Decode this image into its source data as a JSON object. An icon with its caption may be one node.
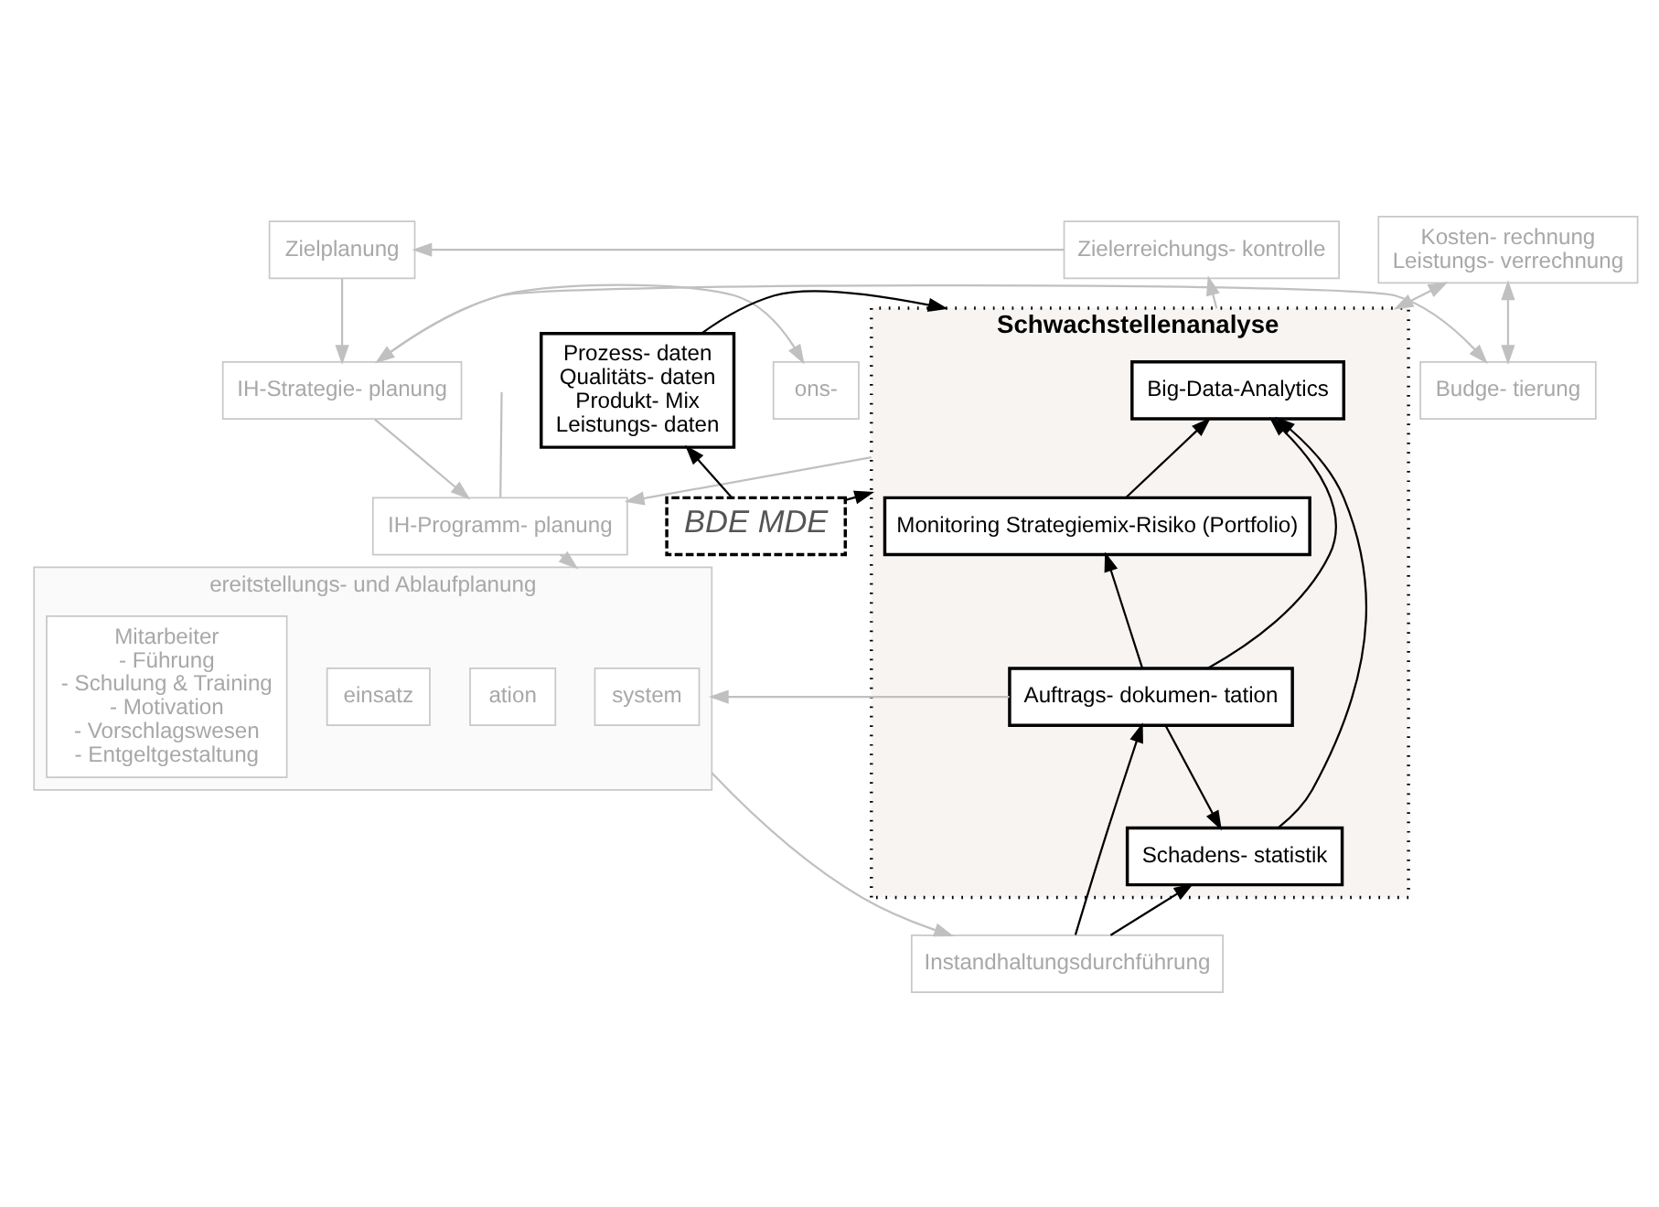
{
  "diagram": {
    "nodes": [
      {
        "text": [
          "Zielplanung"
        ]
      },
      {
        "text": [
          "Zielerreichungs- kontrolle"
        ]
      },
      {
        "text": [
          "Kosten- rechnung",
          "Leistungs- verrechnung"
        ]
      },
      {
        "text": [
          "ons-"
        ]
      },
      {
        "text": [
          "IH-Strategie- planung"
        ]
      },
      {
        "text": [
          "Budge- tierung"
        ]
      },
      {
        "text": [
          "IH-Programm- planung"
        ]
      },
      {
        "text": [
          "ereitstellungs- und Ablaufplanung"
        ]
      },
      {
        "text": [
          "system"
        ],
        "in": 7
      },
      {
        "text": [
          "ation"
        ],
        "in": 7
      },
      {
        "text": [
          "einsatz"
        ],
        "in": 7
      },
      {
        "text": [
          "Mitarbeiter",
          "- Führung",
          "- Schulung & Training",
          "- Motivation",
          "- Vorschlagswesen",
          "- Entgeltgestaltung"
        ],
        "in": 7
      },
      {
        "text": [
          "Instandhaltungsdurchführung"
        ]
      },
      {
        "text": [
          "Schwachstellenanalyse"
        ]
      },
      {
        "text": [
          "Big-Data-Analytics"
        ],
        "in": 13
      },
      {
        "text": [
          "Monitoring Strategiemix-Risiko (Portfolio)"
        ],
        "in": 13
      },
      {
        "text": [
          "Auftrags- dokumen- tation"
        ],
        "in": 13
      },
      {
        "text": [
          "Schadens- statistik"
        ],
        "in": 13
      },
      {
        "text": [
          "Prozess- daten",
          "Qualitäts- daten",
          "Produkt- Mix",
          "Leistungs- daten"
        ]
      },
      {
        "text": [
          "BDE MDE"
        ]
      }
    ],
    "edges": [
      {
        "from": 1,
        "to": 0,
        "arrow": "to"
      },
      {
        "from": 0,
        "to": 4,
        "arrow": "to"
      },
      {
        "from": 3,
        "to": 4,
        "arrow": "both"
      },
      {
        "from": 4,
        "to": 5,
        "arrow": "to"
      },
      {
        "from": 4,
        "to": 6,
        "arrow": "to"
      },
      {
        "from": 6,
        "to": 7,
        "arrow": "to"
      },
      {
        "from": 7,
        "to": 12,
        "arrow": "to"
      },
      {
        "from": null,
        "to": 6,
        "arrow": "none"
      },
      {
        "from": 13,
        "to": 6,
        "arrow": "to"
      },
      {
        "from": 13,
        "to": 1,
        "arrow": "to"
      },
      {
        "from": 5,
        "to": 2,
        "arrow": "both"
      },
      {
        "from": 2,
        "to": 13,
        "arrow": "both"
      },
      {
        "from": 16,
        "to": 7,
        "arrow": "to"
      },
      {
        "from": 16,
        "to": 14,
        "arrow": "to",
        "color": "#000000"
      },
      {
        "from": 16,
        "to": 15,
        "arrow": "to",
        "color": "#000000"
      },
      {
        "from": 16,
        "to": 17,
        "arrow": "to",
        "color": "#000000"
      },
      {
        "from": 17,
        "to": 14,
        "arrow": "to",
        "color": "#000000"
      },
      {
        "from": 15,
        "to": 14,
        "arrow": "to",
        "color": "#000000"
      },
      {
        "from": 18,
        "to": 13,
        "arrow": "to",
        "color": "#000000"
      },
      {
        "from": 19,
        "to": 13,
        "arrow": "to",
        "color": "#000000"
      },
      {
        "from": 19,
        "to": 18,
        "arrow": "to",
        "color": "#000000"
      },
      {
        "from": 12,
        "to": 16,
        "arrow": "to",
        "color": "#000000"
      },
      {
        "from": 12,
        "to": 17,
        "arrow": "to",
        "color": "#000000"
      }
    ]
  }
}
